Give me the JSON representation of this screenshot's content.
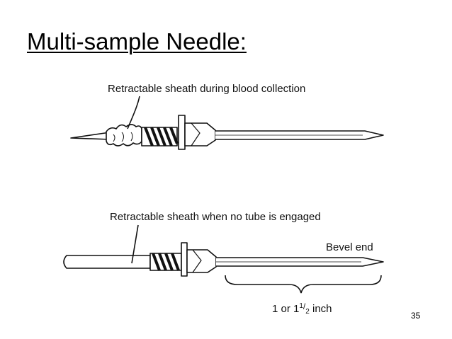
{
  "slide": {
    "title": "Multi-sample Needle:",
    "page_number": "35"
  },
  "figure": {
    "top_needle_label": "Retractable sheath during blood collection",
    "bottom_needle_label": "Retractable sheath when no tube is engaged",
    "bevel_label": "Bevel end",
    "length_label_prefix": "1 or 1",
    "length_label_numerator": "1",
    "length_label_denominator": "2",
    "length_label_suffix": " inch"
  }
}
